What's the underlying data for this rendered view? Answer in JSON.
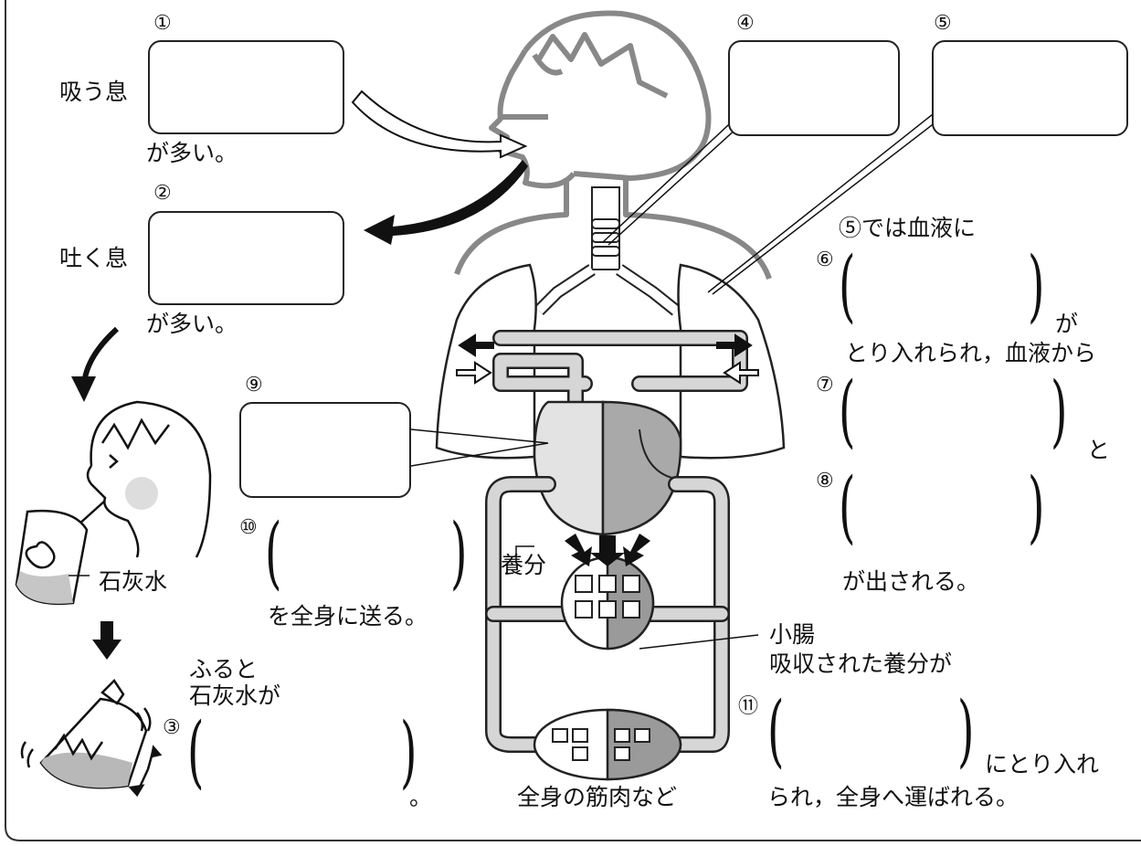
{
  "labels": {
    "n1": "①",
    "n2": "②",
    "n3": "③",
    "n4": "④",
    "n5": "⑤",
    "n6": "⑥",
    "n7": "⑦",
    "n8": "⑧",
    "n9": "⑨",
    "n10": "⑩",
    "n11": "⑪",
    "inhale": "吸う息",
    "exhale": "吐く息",
    "many1": "が多い。",
    "many2": "が多い。",
    "limewater": "石灰水",
    "shake_line1": "ふると",
    "shake_line2": "石灰水が",
    "period": "。",
    "lungs_lead": "⑤では血液に",
    "ga": "が",
    "taken_line": "とり入れられ，血液から",
    "to": "と",
    "released": "が出される。",
    "send_body": "を全身に送る。",
    "nutrients": "養分",
    "small_intestine": "小腸",
    "absorbed": "吸収された養分が",
    "taken_in": "にとり入れ",
    "carried": "られ，全身へ運ばれる。",
    "muscles": "全身の筋肉など"
  }
}
